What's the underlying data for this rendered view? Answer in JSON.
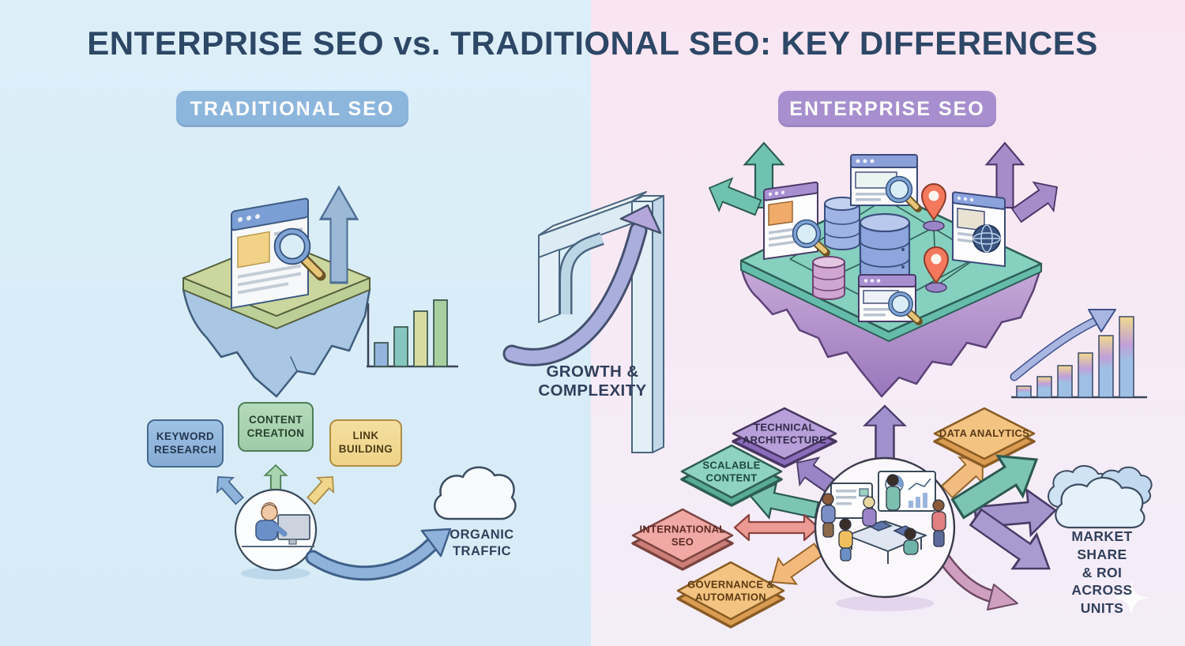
{
  "title": "ENTERPRISE SEO vs. TRADITIONAL SEO: KEY DIFFERENCES",
  "traditional": {
    "badge": "TRADITIONAL SEO",
    "tactic_boxes": [
      "KEYWORD RESEARCH",
      "CONTENT CREATION",
      "LINK BUILDING"
    ],
    "outcome": {
      "line1": "ORGANIC",
      "line2": "TRAFFIC"
    },
    "illustrations": [
      "floating-island",
      "browser-window",
      "magnifier",
      "growth-bar-chart",
      "marketer-at-desk",
      "cloud",
      "up-arrow"
    ]
  },
  "transition": {
    "line1": "GROWTH &",
    "line2": "COMPLEXITY"
  },
  "enterprise": {
    "badge": "ENTERPRISE SEO",
    "pillar_tiles": [
      "TECHNICAL ARCHITECTURE",
      "SCALABLE CONTENT",
      "INTERNATIONAL SEO",
      "GOVERNANCE & AUTOMATION",
      "DATA ANALYTICS"
    ],
    "outcome": {
      "line1": "MARKET SHARE",
      "line2": "& ROI ACROSS",
      "line3": "UNITS"
    },
    "illustrations": [
      "floating-island",
      "browser-windows",
      "databases",
      "location-pins",
      "globe",
      "magnifiers",
      "stacked-growth-chart",
      "team-collaboration",
      "clouds",
      "sparkle"
    ]
  },
  "colors": {
    "left_background": "#d9edf8",
    "right_background": "#f8e7f2",
    "title_text": "#2d4766",
    "traditional_badge": "#8db6dd",
    "enterprise_badge": "#a78fcf",
    "keyword_box": "#93b9de",
    "content_box": "#aed6b4",
    "link_box": "#f2d991",
    "technical_tile": "#b7a0da",
    "scalable_tile": "#8ed2c2",
    "international_tile": "#f0a9a4",
    "governance_tile": "#f3c382",
    "analytics_tile": "#f3c382",
    "island_traditional_top": "#ccd79f",
    "island_enterprise_top": "#85d0bf",
    "location_pin": "#f3785c"
  }
}
